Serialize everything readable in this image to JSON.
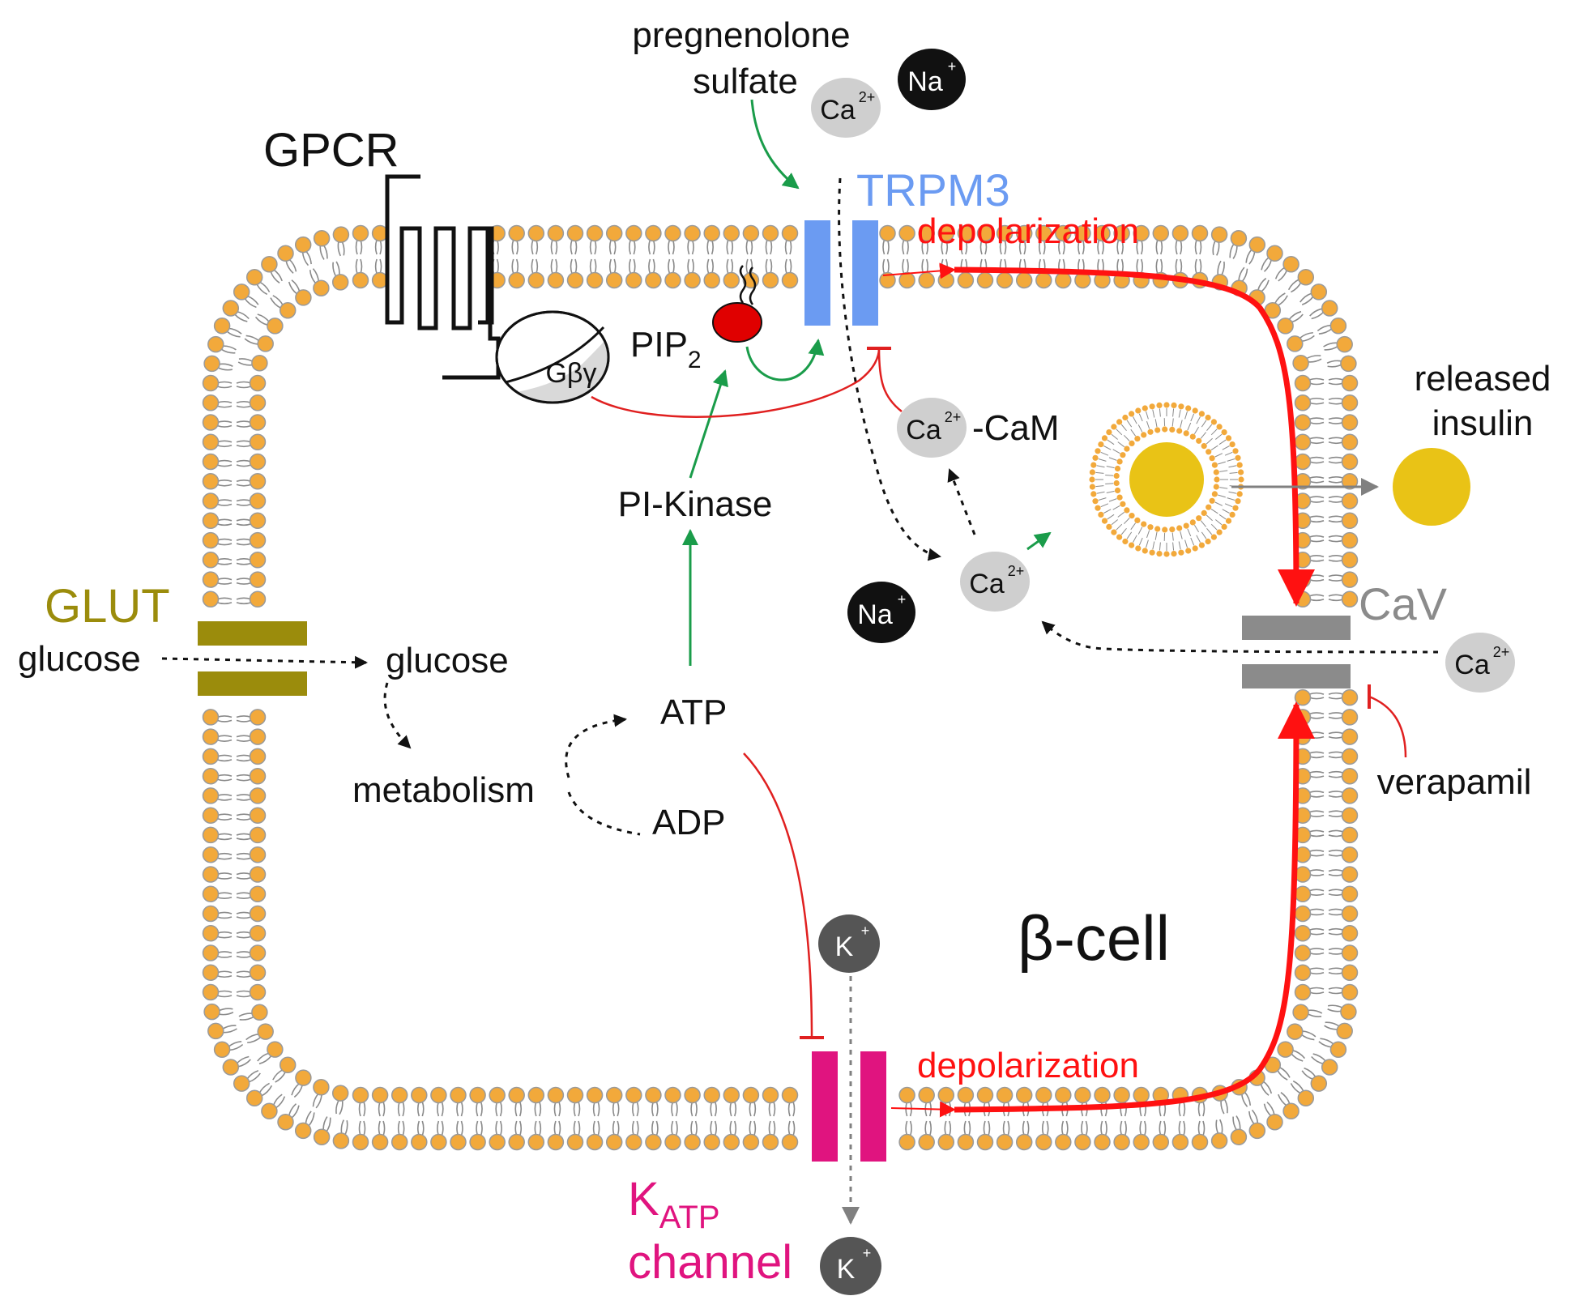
{
  "colors": {
    "membrane_head": "#f2a93b",
    "membrane_tail": "#8a8a8a",
    "trpm3": "#6b9bf2",
    "katp": "#e0147f",
    "glut": "#9b8c0c",
    "cav": "#8b8b8b",
    "pip2": "#e00000",
    "insulin": "#e9c316",
    "activation": "#1a9c4a",
    "inhibition": "#e02020",
    "depolarization": "#ff1111",
    "ion_dark": "#111111",
    "ion_light": "#cfcfcf",
    "ion_k": "#555555"
  },
  "labels": {
    "gpcr": "GPCR",
    "trpm3": "TRPM3",
    "glut": "GLUT",
    "cav": "CaV",
    "katp_main": "K",
    "katp_sub": "ATP",
    "katp_channel": "channel",
    "pregnenolone_line1": "pregnenolone",
    "pregnenolone_line2": "sulfate",
    "depolarization_top": "depolarization",
    "depolarization_bottom": "depolarization",
    "pip2_main": "PIP",
    "pip2_sub": "2",
    "gbg": "Gβγ",
    "cam": "-CaM",
    "pi_kinase": "PI-Kinase",
    "glucose_out": "glucose",
    "glucose_in": "glucose",
    "metabolism": "metabolism",
    "atp": "ATP",
    "adp": "ADP",
    "released_line1": "released",
    "released_line2": "insulin",
    "verapamil": "verapamil",
    "beta_cell": "β-cell"
  },
  "ions": {
    "ca": "Ca",
    "ca_charge": "2+",
    "na": "Na",
    "na_charge": "+",
    "k": "K",
    "k_charge": "+"
  },
  "icons": [
    "gpcr-7tm-icon",
    "pip2-lipid-icon",
    "insulin-vesicle-icon",
    "insulin-granule-icon"
  ]
}
